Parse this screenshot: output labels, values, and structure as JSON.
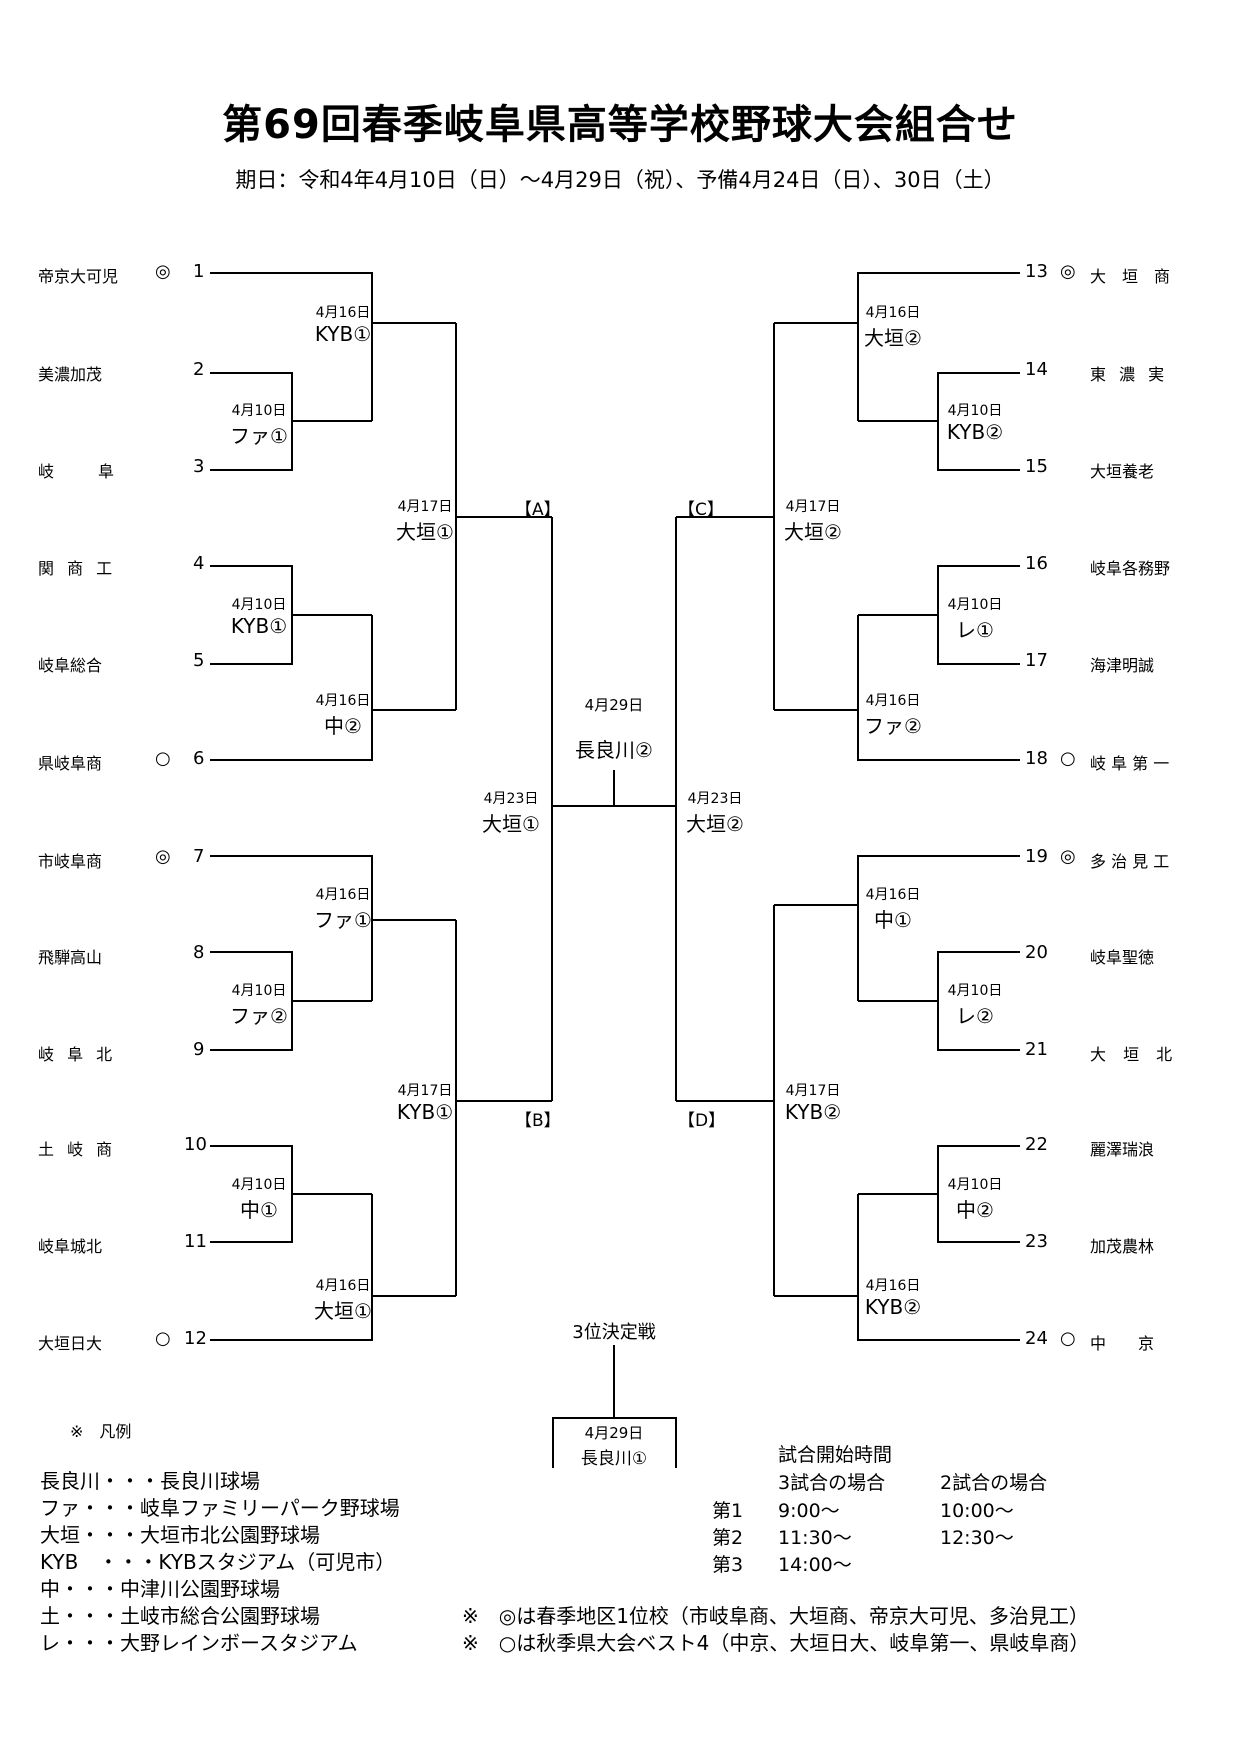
{
  "title": "第69回春季岐阜県高等学校野球大会組合せ",
  "subtitle": "期日：令和4年4月10日（日）～4月29日（祝）、予備4月24日（日）、30日（土）",
  "left_teams": [
    {
      "no": "1",
      "name": "帝京大可児",
      "mark": "◎"
    },
    {
      "no": "2",
      "name": "美濃加茂",
      "mark": ""
    },
    {
      "no": "3",
      "name": "岐　　阜",
      "mark": ""
    },
    {
      "no": "4",
      "name": "関 商 工",
      "mark": ""
    },
    {
      "no": "5",
      "name": "岐阜総合",
      "mark": ""
    },
    {
      "no": "6",
      "name": "県岐阜商",
      "mark": "○"
    },
    {
      "no": "7",
      "name": "市岐阜商",
      "mark": "◎"
    },
    {
      "no": "8",
      "name": "飛騨高山",
      "mark": ""
    },
    {
      "no": "9",
      "name": "岐 阜 北",
      "mark": ""
    },
    {
      "no": "10",
      "name": "土 岐 商",
      "mark": ""
    },
    {
      "no": "11",
      "name": "岐阜城北",
      "mark": ""
    },
    {
      "no": "12",
      "name": "大垣日大",
      "mark": "○"
    }
  ],
  "right_teams": [
    {
      "no": "13",
      "name": "大　垣　商",
      "mark": "◎"
    },
    {
      "no": "14",
      "name": "東 濃 実",
      "mark": ""
    },
    {
      "no": "15",
      "name": "大垣養老",
      "mark": ""
    },
    {
      "no": "16",
      "name": "岐阜各務野",
      "mark": ""
    },
    {
      "no": "17",
      "name": "海津明誠",
      "mark": ""
    },
    {
      "no": "18",
      "name": "岐 阜 第 一",
      "mark": "○"
    },
    {
      "no": "19",
      "name": "多 治 見 工",
      "mark": "◎"
    },
    {
      "no": "20",
      "name": "岐阜聖徳",
      "mark": ""
    },
    {
      "no": "21",
      "name": "大 垣 北",
      "mark": ""
    },
    {
      "no": "22",
      "name": "麗澤瑞浪",
      "mark": ""
    },
    {
      "no": "23",
      "name": "加茂農林",
      "mark": ""
    },
    {
      "no": "24",
      "name": "中　　京",
      "mark": "○"
    }
  ],
  "matches": {
    "l_r1_a": {
      "date": "4月10日",
      "venue": "ファ①"
    },
    "l_r1_b": {
      "date": "4月10日",
      "venue": "KYB①"
    },
    "l_r1_c": {
      "date": "4月10日",
      "venue": "ファ②"
    },
    "l_r1_d": {
      "date": "4月10日",
      "venue": "中①"
    },
    "l_r2_a": {
      "date": "4月16日",
      "venue": "KYB①"
    },
    "l_r2_b": {
      "date": "4月16日",
      "venue": "中②"
    },
    "l_r2_c": {
      "date": "4月16日",
      "venue": "ファ①"
    },
    "l_r2_d": {
      "date": "4月16日",
      "venue": "大垣①"
    },
    "l_r3_a": {
      "date": "4月17日",
      "venue": "大垣①"
    },
    "l_r3_b": {
      "date": "4月17日",
      "venue": "KYB①"
    },
    "l_sf": {
      "date": "4月23日",
      "venue": "大垣①"
    },
    "r_r1_a": {
      "date": "4月10日",
      "venue": "KYB②"
    },
    "r_r1_b": {
      "date": "4月10日",
      "venue": "レ①"
    },
    "r_r1_c": {
      "date": "4月10日",
      "venue": "レ②"
    },
    "r_r1_d": {
      "date": "4月10日",
      "venue": "中②"
    },
    "r_r2_a": {
      "date": "4月16日",
      "venue": "大垣②"
    },
    "r_r2_b": {
      "date": "4月16日",
      "venue": "ファ②"
    },
    "r_r2_c": {
      "date": "4月16日",
      "venue": "中①"
    },
    "r_r2_d": {
      "date": "4月16日",
      "venue": "KYB②"
    },
    "r_r3_a": {
      "date": "4月17日",
      "venue": "大垣②"
    },
    "r_r3_b": {
      "date": "4月17日",
      "venue": "KYB②"
    },
    "r_sf": {
      "date": "4月23日",
      "venue": "大垣②"
    },
    "final": {
      "date": "4月29日",
      "venue": "長良川②"
    },
    "third": {
      "label": "3位決定戦",
      "date": "4月29日",
      "venue": "長良川①"
    }
  },
  "blocks": {
    "A": "【A】",
    "B": "【B】",
    "C": "【C】",
    "D": "【D】"
  },
  "legend": {
    "heading": "※　凡例",
    "items": [
      "長良川・・・長良川球場",
      "ファ・・・岐阜ファミリーパーク野球場",
      "大垣・・・大垣市北公園野球場",
      "KYB　・・・KYBスタジアム（可児市）",
      "中・・・中津川公園野球場",
      "土・・・土岐市総合公園野球場",
      "レ・・・大野レインボースタジアム"
    ]
  },
  "start_times": {
    "heading": "試合開始時間",
    "col3": "3試合の場合",
    "col2": "2試合の場合",
    "rows": [
      {
        "label": "第1",
        "t3": "9:00～",
        "t2": "10:00～"
      },
      {
        "label": "第2",
        "t3": "11:30～",
        "t2": "12:30～"
      },
      {
        "label": "第3",
        "t3": "14:00～",
        "t2": ""
      }
    ]
  },
  "notes": [
    "※　◎は春季地区1位校（市岐阜商、大垣商、帝京大可児、多治見工）",
    "※　○は秋季県大会ベスト4（中京、大垣日大、岐阜第一、県岐阜商）"
  ]
}
